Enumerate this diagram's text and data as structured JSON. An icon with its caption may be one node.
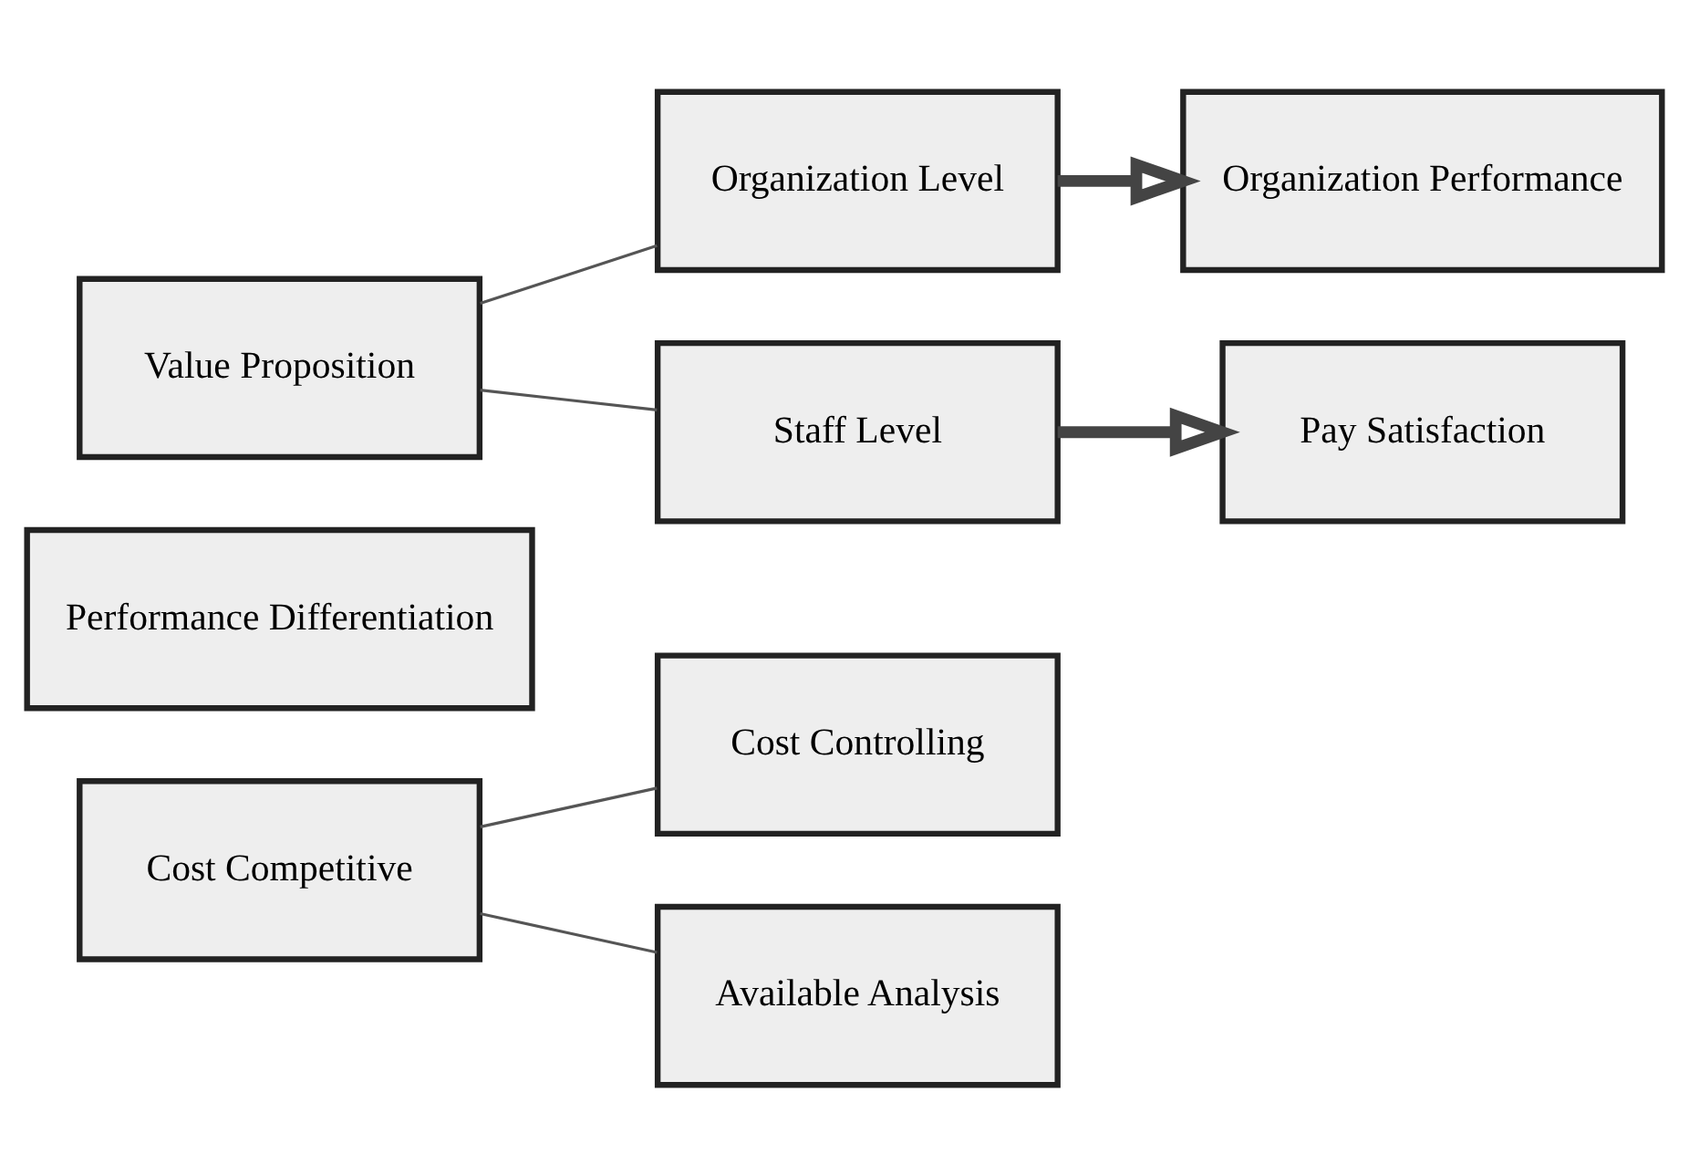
{
  "diagram": {
    "nodes": [
      {
        "text": [
          "Value Proposition"
        ]
      },
      {
        "text": [
          "Organization Level"
        ]
      },
      {
        "text": [
          "Organization Performance"
        ]
      },
      {
        "text": [
          "Staff Level"
        ]
      },
      {
        "text": [
          "Pay Satisfaction"
        ]
      },
      {
        "text": [
          "Performance Differentiation"
        ]
      },
      {
        "text": [
          "Cost Competitive"
        ]
      },
      {
        "text": [
          "Cost Controlling"
        ]
      },
      {
        "text": [
          "Available Analysis"
        ]
      }
    ],
    "edges": [
      {
        "from": 0,
        "to": 1,
        "arrow": "none"
      },
      {
        "from": 0,
        "to": 3,
        "arrow": "none"
      },
      {
        "from": 1,
        "to": 2,
        "arrow": "to",
        "style": "thick"
      },
      {
        "from": 3,
        "to": 4,
        "arrow": "to",
        "style": "thick"
      },
      {
        "from": 6,
        "to": 7,
        "arrow": "none"
      },
      {
        "from": 6,
        "to": 8,
        "arrow": "none"
      }
    ]
  }
}
